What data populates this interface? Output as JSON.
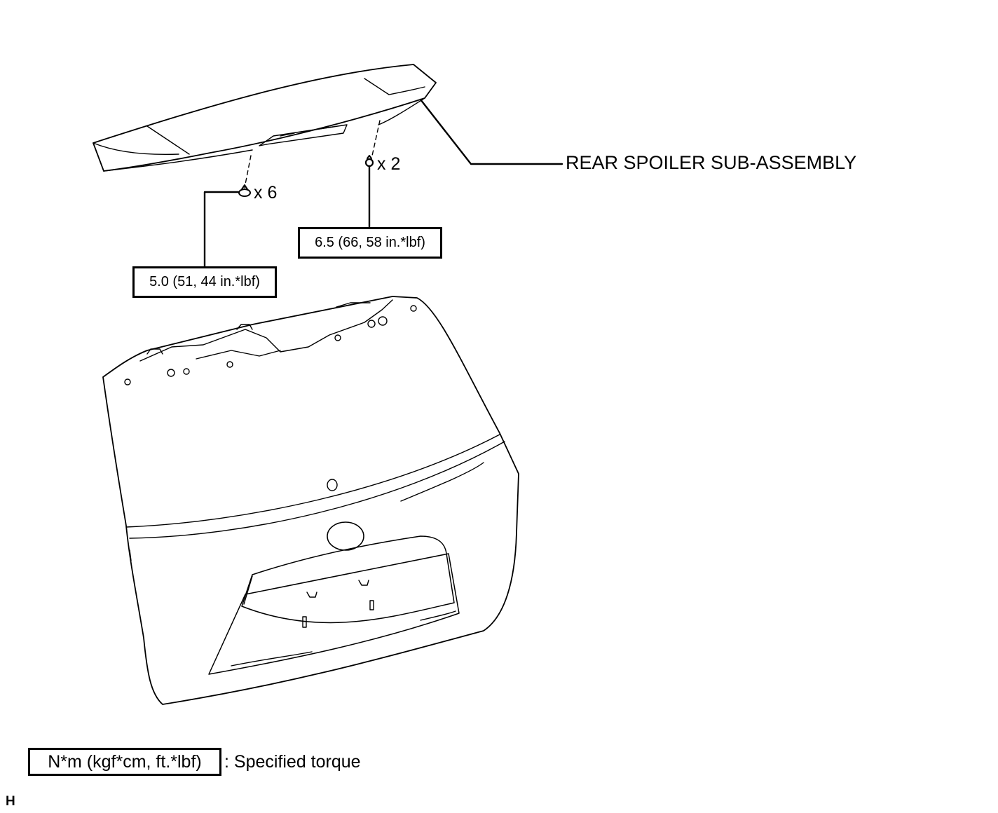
{
  "diagram": {
    "part_name": "REAR SPOILER SUB-ASSEMBLY",
    "fasteners": [
      {
        "quantity": "x 6",
        "torque": "5.0 (51, 44 in.*lbf)"
      },
      {
        "quantity": "x 2",
        "torque": "6.5 (66, 58 in.*lbf)"
      }
    ],
    "legend": {
      "unit_box": "N*m (kgf*cm, ft.*lbf)",
      "description": ": Specified torque"
    },
    "corner_code": "H"
  }
}
